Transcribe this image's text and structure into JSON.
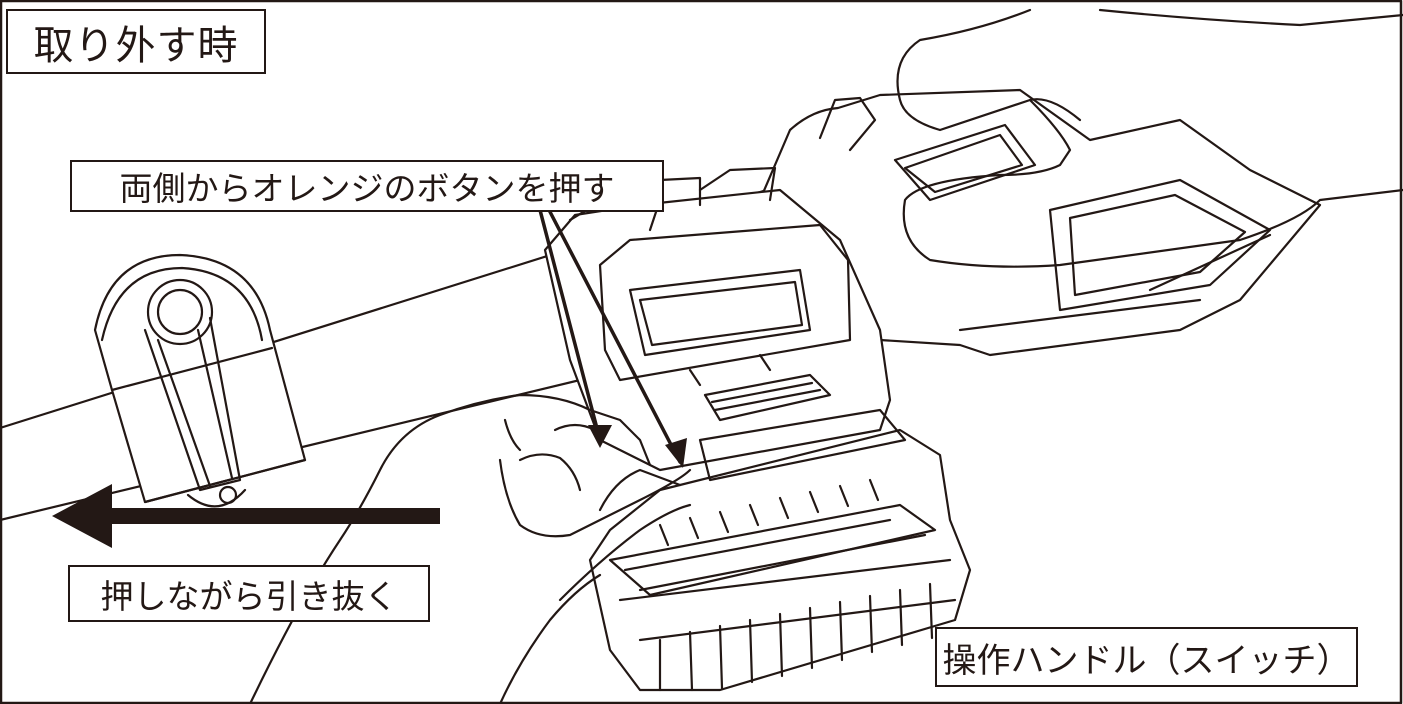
{
  "labels": {
    "title": "取り外す時",
    "press_buttons": "両側からオレンジのボタンを押す",
    "pull_out": "押しながら引き抜く",
    "handle": "操作ハンドル（スイッチ）"
  },
  "colors": {
    "line": "#231815",
    "background": "#ffffff"
  }
}
